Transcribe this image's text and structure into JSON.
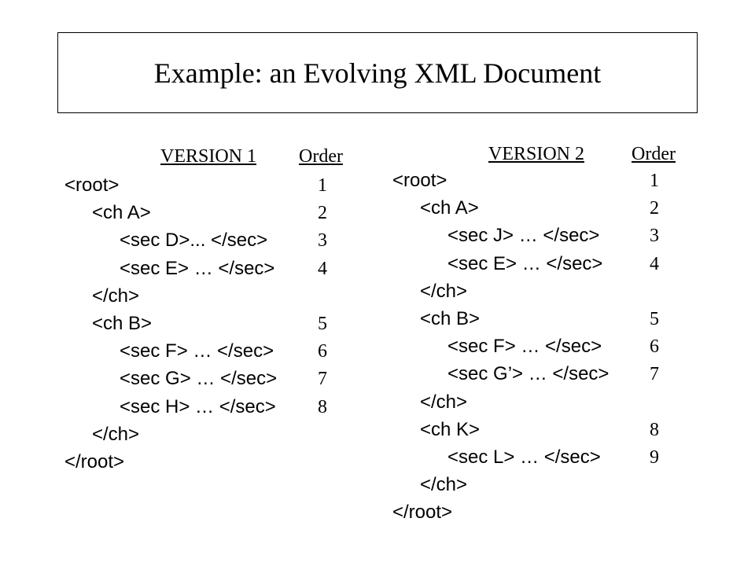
{
  "slide": {
    "title": "Example: an Evolving XML Document"
  },
  "colors": {
    "deleted": "#ff3300",
    "added": "#22b14c",
    "default": "#000000"
  },
  "version1": {
    "heading": "VERSION 1",
    "order_heading": "Order",
    "lines": [
      {
        "text": "<root>",
        "order": "1",
        "status": "default"
      },
      {
        "text": "<ch A>",
        "order": "2",
        "status": "default"
      },
      {
        "text": "<sec D>... </sec>",
        "order": "3",
        "status": "deleted"
      },
      {
        "text": "<sec E> … </sec>",
        "order": "4",
        "status": "default"
      },
      {
        "text": "</ch>",
        "order": "",
        "status": "default"
      },
      {
        "text": "<ch B>",
        "order": "5",
        "status": "default"
      },
      {
        "text": "<sec F> … </sec>",
        "order": "6",
        "status": "default"
      },
      {
        "text": "<sec G> … </sec>",
        "order": "7",
        "status": "deleted"
      },
      {
        "text": "<sec H> … </sec>",
        "order": "8",
        "status": "deleted"
      },
      {
        "text": "</ch>",
        "order": "",
        "status": "default"
      },
      {
        "text": "</root>",
        "order": "",
        "status": "default"
      }
    ]
  },
  "version2": {
    "heading": "VERSION 2",
    "order_heading": "Order",
    "lines": [
      {
        "text": "<root>",
        "order": "1",
        "status": "default"
      },
      {
        "text": "<ch A>",
        "order": "2",
        "status": "default"
      },
      {
        "text": "<sec J> … </sec>",
        "order": "3",
        "status": "added"
      },
      {
        "text": "<sec E> … </sec>",
        "order": "4",
        "status": "default"
      },
      {
        "text": "</ch>",
        "order": "",
        "status": "default"
      },
      {
        "text": "<ch B>",
        "order": "5",
        "status": "default"
      },
      {
        "text": "<sec F> … </sec>",
        "order": "6",
        "status": "default"
      },
      {
        "text": "<sec G’> … </sec>",
        "order": "7",
        "status": "added"
      },
      {
        "text": "</ch>",
        "order": "",
        "status": "default"
      },
      {
        "text": "<ch K>",
        "order": "8",
        "status": "added"
      },
      {
        "text": "<sec L> … </sec>",
        "order": "9",
        "status": "added"
      },
      {
        "text": "</ch>",
        "order": "",
        "status": "added"
      },
      {
        "text": "</root>",
        "order": "",
        "status": "default"
      }
    ]
  }
}
